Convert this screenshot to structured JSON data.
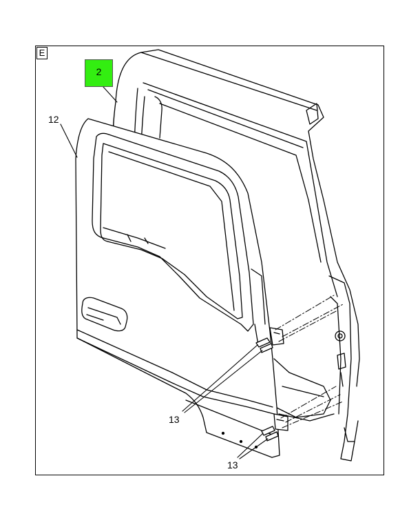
{
  "diagram": {
    "view_label": "E",
    "callouts": {
      "rear_component": "2",
      "door_assembly": "12",
      "hinge_bolts_upper": "13",
      "hinge_bolts_lower": "13"
    },
    "colors": {
      "highlight": "#33ee11",
      "line": "#000000",
      "background": "#ffffff"
    }
  }
}
